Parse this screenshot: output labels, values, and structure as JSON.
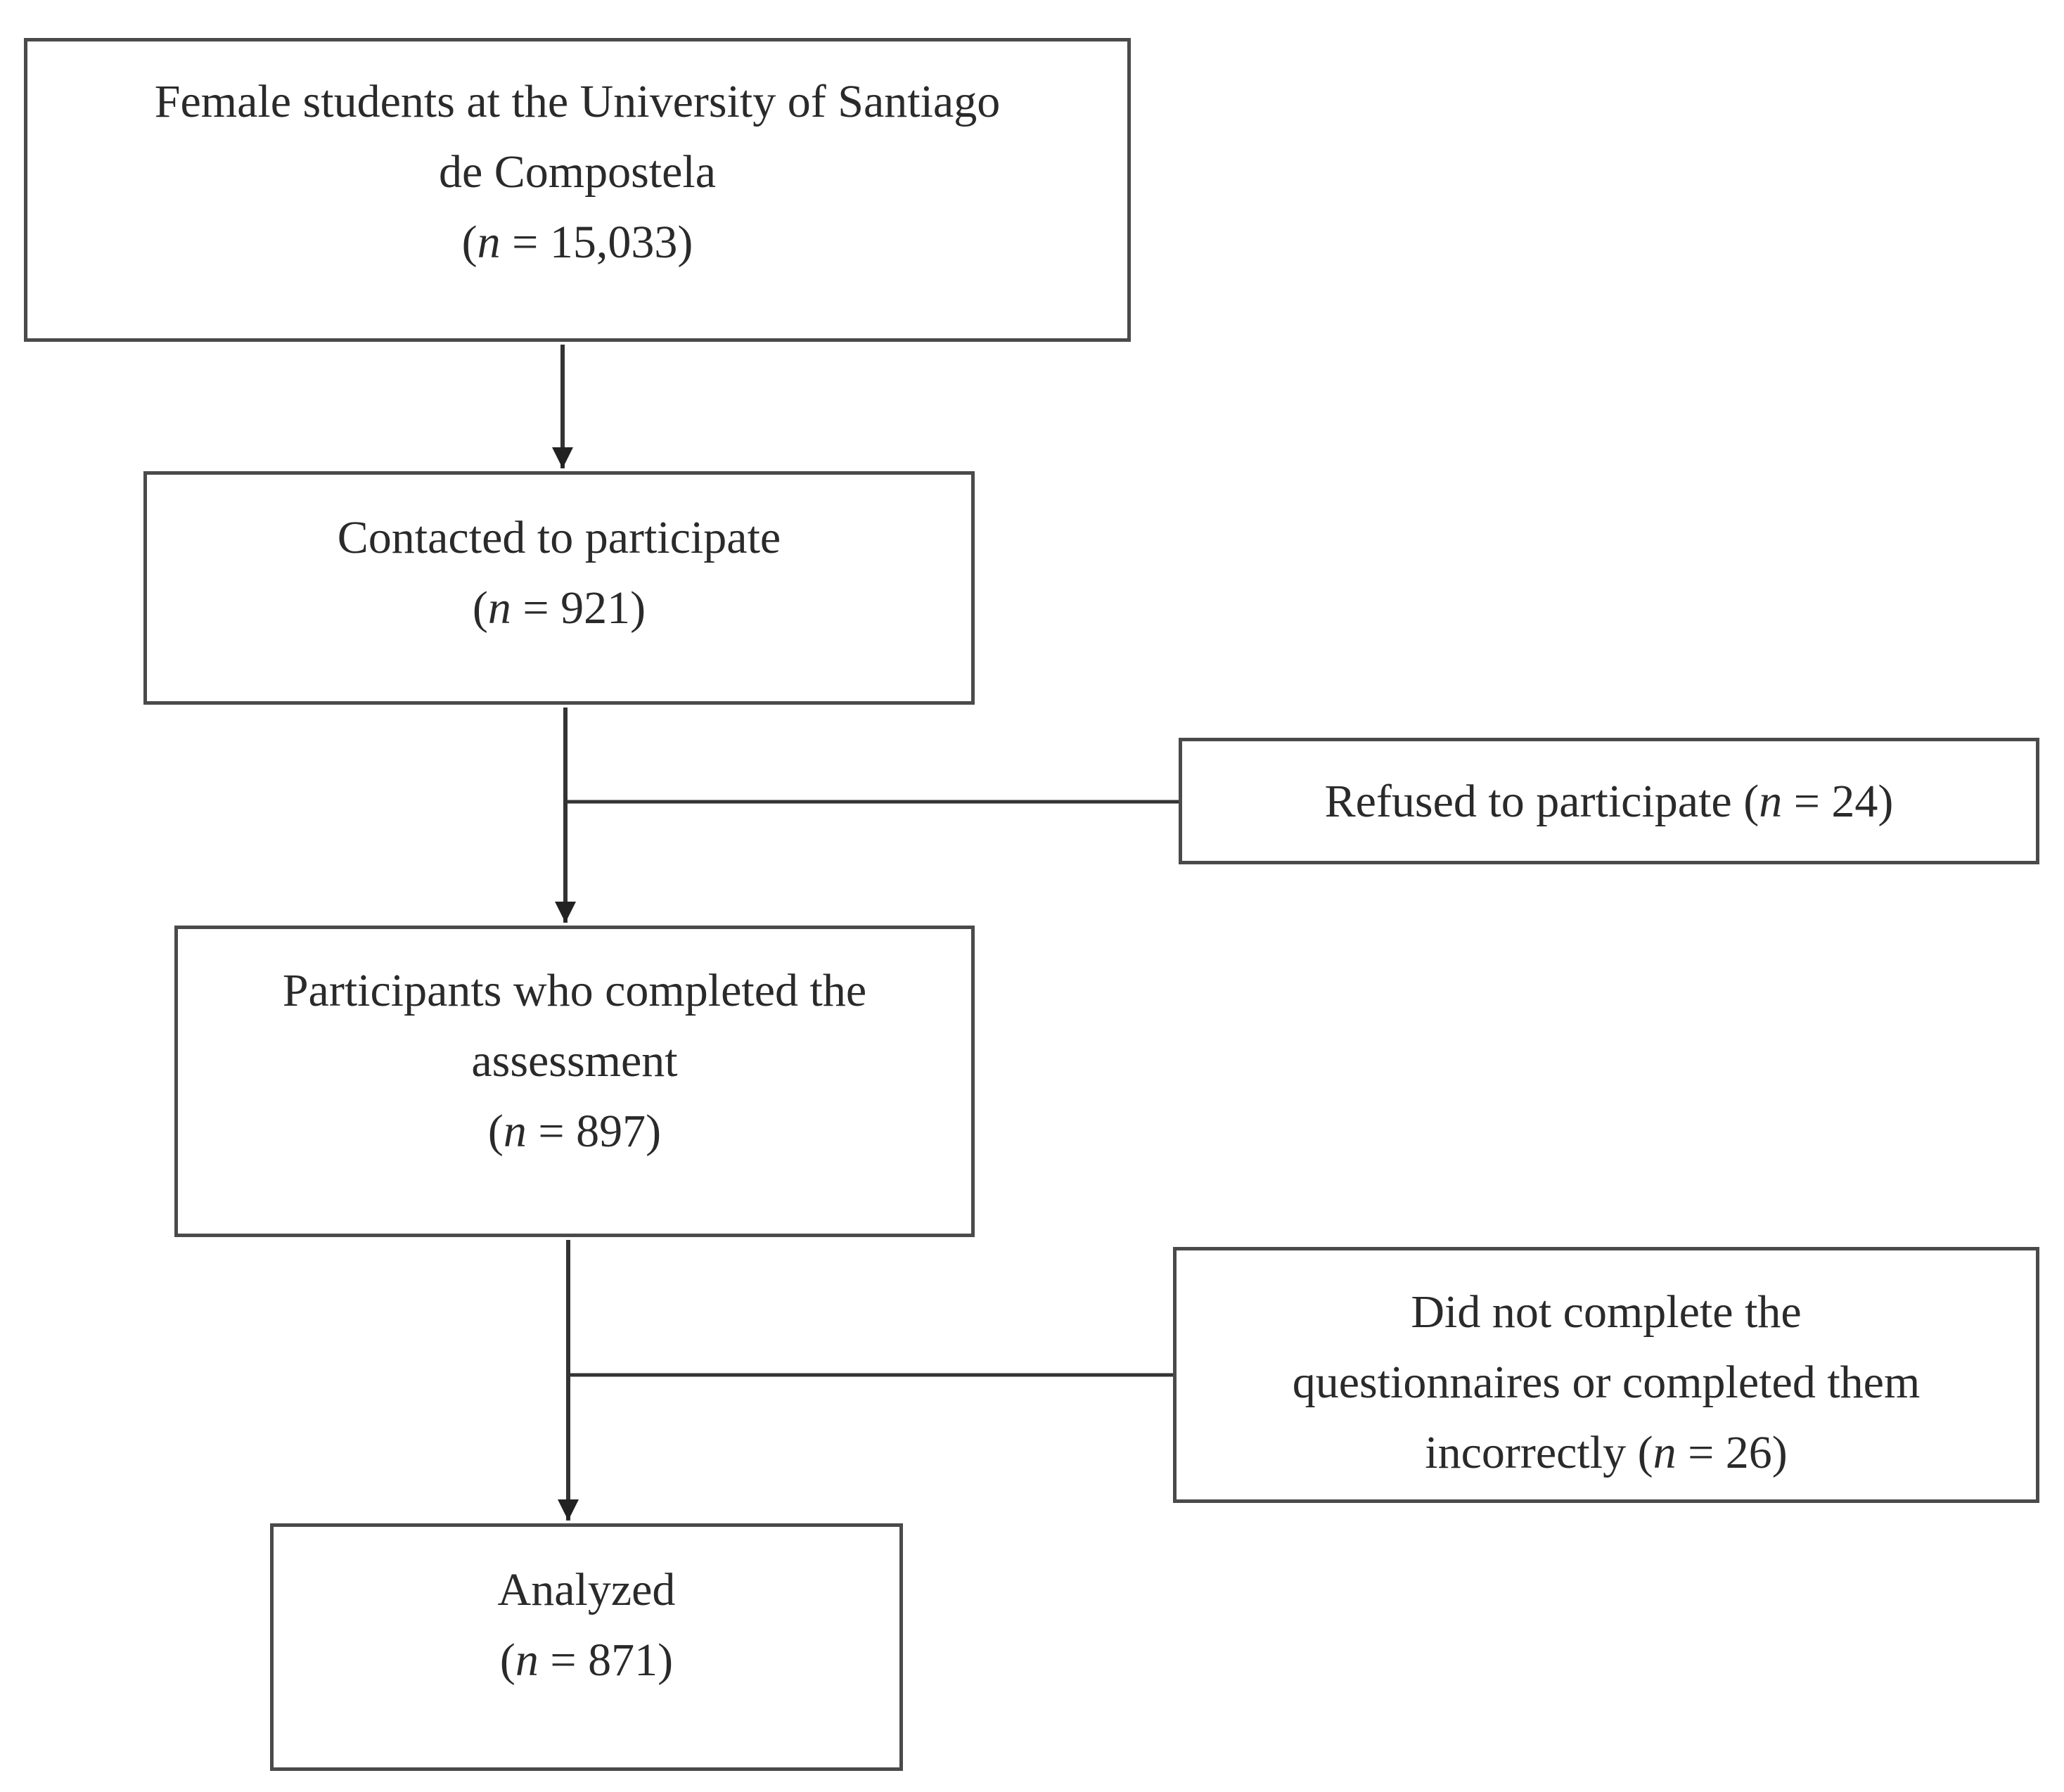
{
  "nodes": [
    {
      "id": "b1",
      "lines": [
        "Female students at the University of Santiago",
        "de Compostela"
      ],
      "n_prefix": "(",
      "n_symbol": "n",
      "n_value": " = 15,033)"
    },
    {
      "id": "b2",
      "lines": [
        "Contacted to participate"
      ],
      "n_prefix": "(",
      "n_symbol": "n",
      "n_value": " = 921)"
    },
    {
      "id": "b3",
      "lines": [],
      "inline_prefix": "Refused to participate (",
      "n_symbol": "n",
      "n_value": " = 24)"
    },
    {
      "id": "b4",
      "lines": [
        "Participants who completed the",
        "assessment"
      ],
      "n_prefix": "(",
      "n_symbol": "n",
      "n_value": " = 897)"
    },
    {
      "id": "b5",
      "lines": [
        "Did not complete the",
        "questionnaires or completed them"
      ],
      "inline_prefix": "incorrectly (",
      "n_symbol": "n",
      "n_value": " = 26)"
    },
    {
      "id": "b6",
      "lines": [
        "Analyzed"
      ],
      "n_prefix": "(",
      "n_symbol": "n",
      "n_value": " = 871)"
    }
  ],
  "edges": [
    {
      "from": "b1",
      "to": "b2",
      "type": "arrow"
    },
    {
      "from": "b2",
      "to": "b4",
      "type": "arrow"
    },
    {
      "from": "b2-b4",
      "to": "b3",
      "type": "branch"
    },
    {
      "from": "b4",
      "to": "b6",
      "type": "arrow"
    },
    {
      "from": "b4-b6",
      "to": "b5",
      "type": "branch"
    }
  ]
}
